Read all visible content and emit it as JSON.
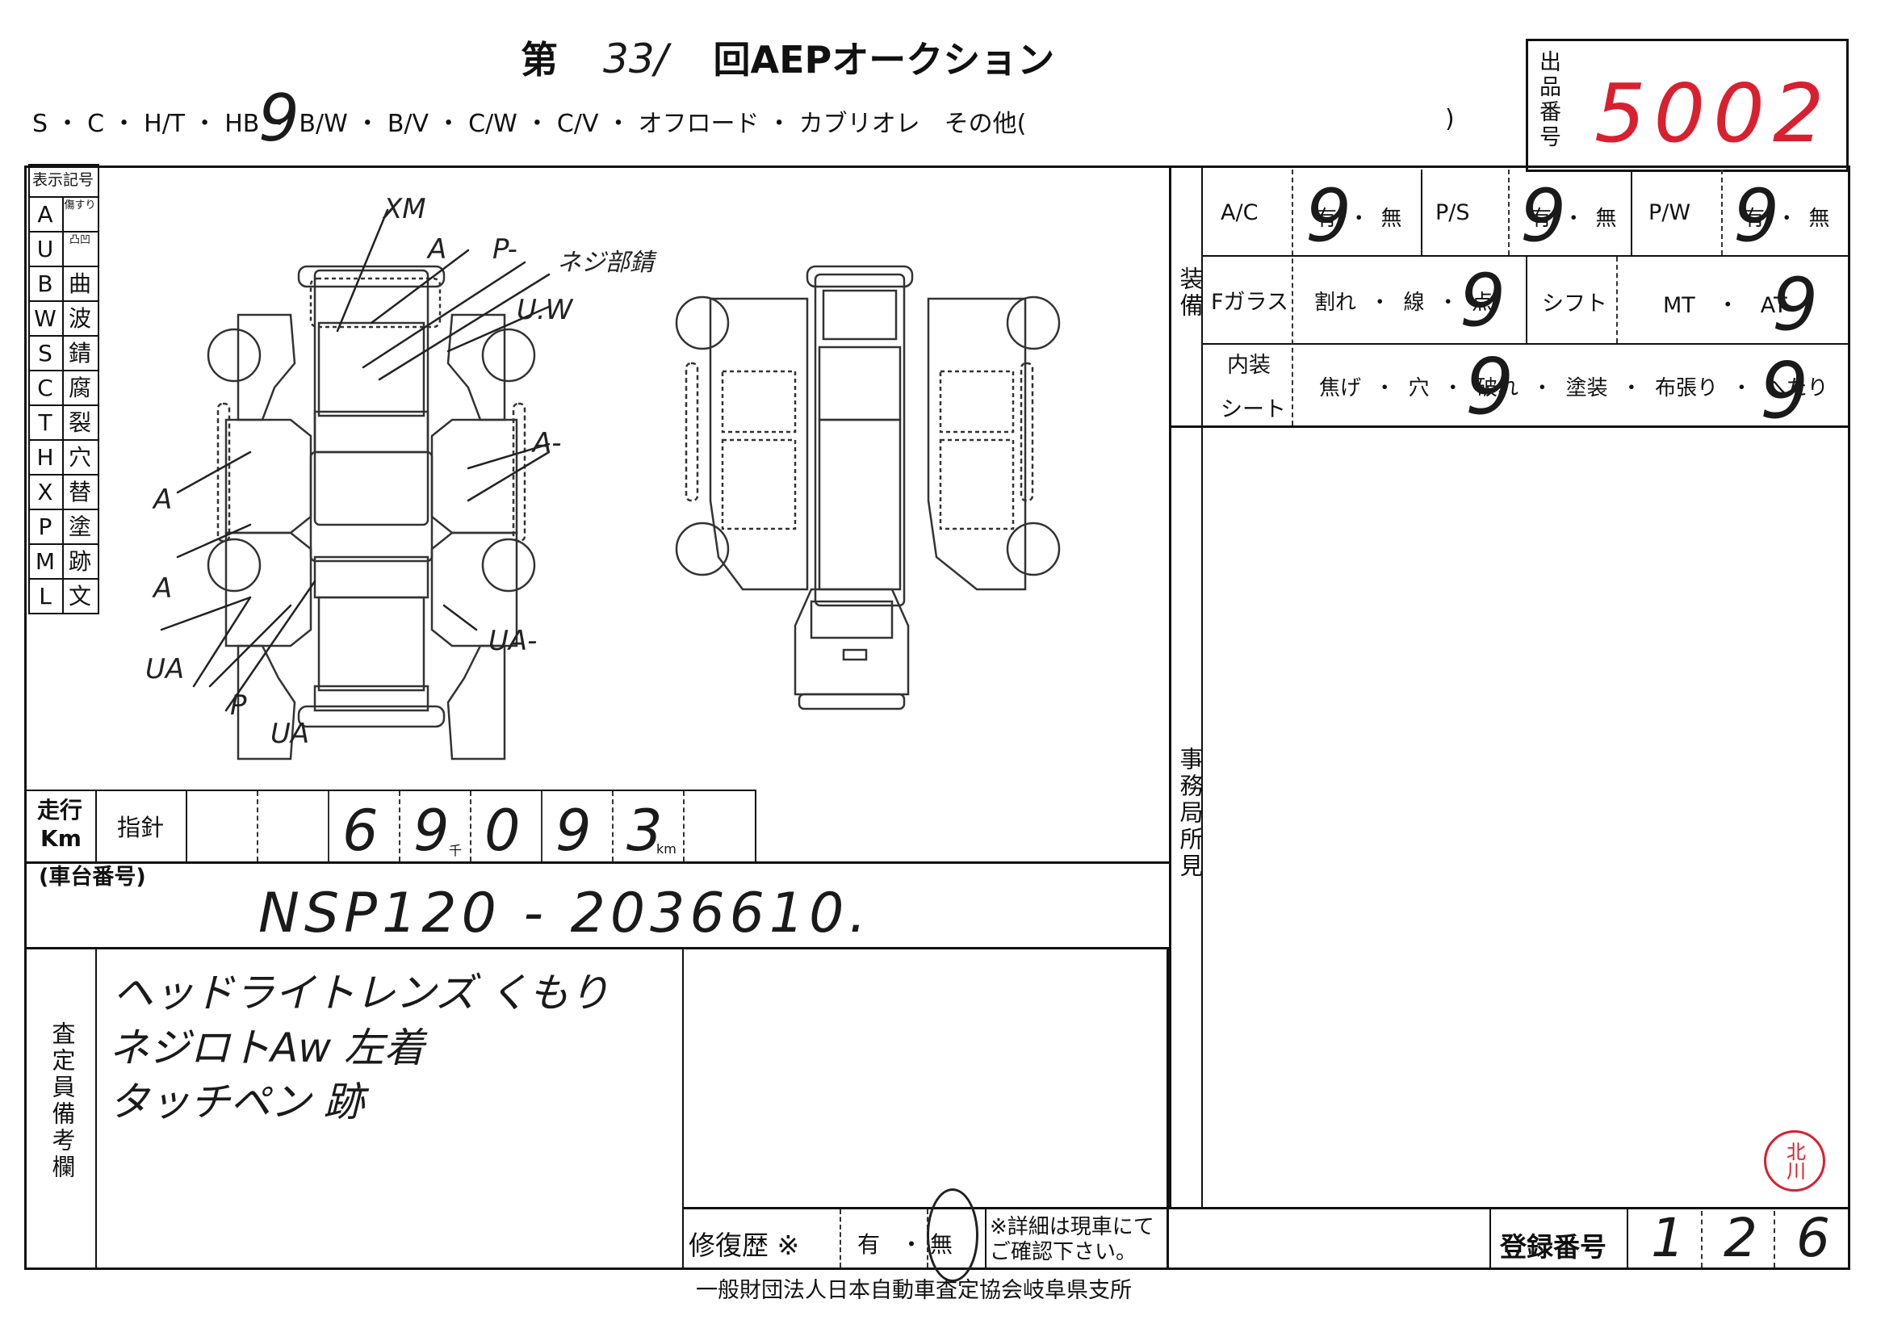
{
  "header": {
    "title_prefix": "第",
    "title_number": "33/",
    "title_suffix": "回AEPオークション",
    "types_line": "S ・ C ・ H/T ・ HB ・ B/W ・ B/V ・ C/W ・ C/V ・ オフロード ・ カブリオレ　その他(",
    "types_close": ")",
    "types_mark": "9",
    "lot_label": "出品番号",
    "lot_number": "5002"
  },
  "legend": {
    "title": "表示記号",
    "items": [
      {
        "code": "A",
        "meaning": "傷すり"
      },
      {
        "code": "U",
        "meaning": "凸凹"
      },
      {
        "code": "B",
        "meaning": "曲"
      },
      {
        "code": "W",
        "meaning": "波"
      },
      {
        "code": "S",
        "meaning": "錆"
      },
      {
        "code": "C",
        "meaning": "腐"
      },
      {
        "code": "T",
        "meaning": "裂"
      },
      {
        "code": "H",
        "meaning": "穴"
      },
      {
        "code": "X",
        "meaning": "替"
      },
      {
        "code": "P",
        "meaning": "塗"
      },
      {
        "code": "M",
        "meaning": "跡"
      },
      {
        "code": "L",
        "meaning": "文"
      }
    ]
  },
  "diagram_notes": [
    "XM",
    "A",
    "P-",
    "ネジ部錆",
    "U.W",
    "A-",
    "A",
    "A",
    "UA",
    "P",
    "UA",
    "UA-"
  ],
  "equipment": {
    "label": "装備",
    "rows": [
      {
        "name": "A/C",
        "options": "有 ・ 無",
        "mark": "9"
      },
      {
        "name": "P/S",
        "options": "有 ・ 無",
        "mark": "9"
      },
      {
        "name": "P/W",
        "options": "有 ・ 無",
        "mark": "9"
      }
    ],
    "glass_label": "Fガラス",
    "glass_options": "割れ ・ 線 ・ 点",
    "glass_mark": "9",
    "shift_label": "シフト",
    "shift_options": "MT　・　AT",
    "shift_mark": "9",
    "interior_label": "内装",
    "seat_label": "シート",
    "interior_options": "焦げ ・ 穴 ・ 破れ ・ 塗装 ・ 布張り ・ へたり",
    "interior_mark_1": "9",
    "interior_mark_2": "9"
  },
  "office_label": "事務局所見",
  "mileage": {
    "label_1": "走行",
    "label_2": "Km",
    "sub_label": "指針",
    "digits": [
      "",
      "",
      "6",
      "9",
      "0",
      "9",
      "3",
      ""
    ],
    "thousand_unit": "千",
    "km_unit": "km"
  },
  "chassis": {
    "label": "(車台番号)",
    "value": "NSP120 - 2036610."
  },
  "inspector_remarks": {
    "label": "査定員備考欄",
    "lines": [
      "ヘッドライトレンズ くもり",
      "ネジロトAw 左着",
      "タッチペン 跡"
    ]
  },
  "repair_history": {
    "label": "修復歴 ※",
    "options_yes": "有",
    "options_dot": "・",
    "options_no": "無",
    "note": "※詳細は現車にてご確認下さい。"
  },
  "registration": {
    "label": "登録番号",
    "digits": [
      "1",
      "2",
      "6"
    ]
  },
  "stamp": "北川",
  "footer": "一般財団法人日本自動車査定協会岐阜県支所"
}
